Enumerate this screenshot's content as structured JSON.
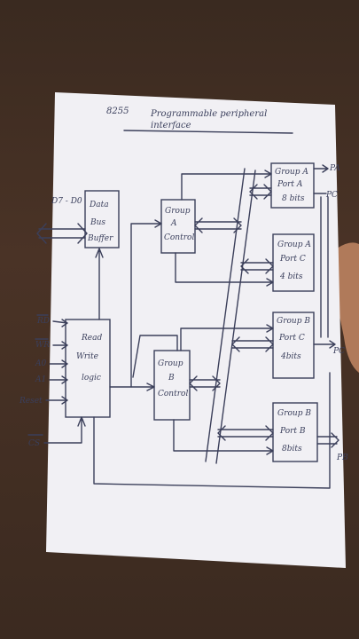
{
  "title": {
    "number": "8255",
    "text_line1": "Programmable peripheral",
    "text_line2": "interface"
  },
  "blocks": {
    "data_bus_buffer": [
      "Data",
      "Bus",
      "Buffer"
    ],
    "read_write_logic": [
      "Read",
      "Write",
      "logic"
    ],
    "group_a_control": [
      "Group",
      "A",
      "Control"
    ],
    "group_b_control": [
      "Group",
      "B",
      "Control"
    ],
    "group_a_port_a": [
      "Group A",
      "Port A",
      "8 bits"
    ],
    "group_a_port_c": [
      "Group A",
      "Port C",
      "4 bits"
    ],
    "group_b_port_c": [
      "Group B",
      "Port C",
      "4bits"
    ],
    "group_b_port_b": [
      "Group B",
      "Port B",
      "8bits"
    ]
  },
  "pins": {
    "data": "D7 - D0",
    "rd": "RD",
    "wr": "WR",
    "a0": "A0",
    "a1": "A1",
    "reset": "Reset",
    "cs": "CS",
    "pa": "PA",
    "pc_upper": "PC",
    "pc_lower": "PC",
    "pb": "PB"
  },
  "colors": {
    "ink": "#3b3f5a",
    "paper": "#f1f0f4",
    "background": "#3a2a20"
  }
}
